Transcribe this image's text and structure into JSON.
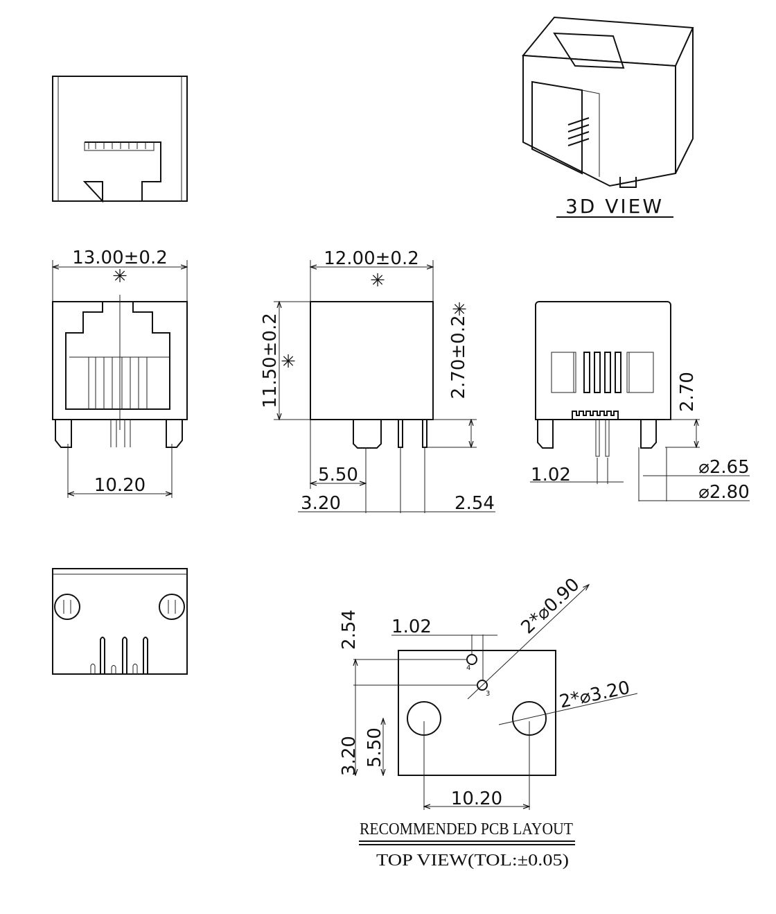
{
  "views": {
    "three_d": {
      "label": "3D VIEW"
    },
    "front": {
      "width_dim": "13.00±0.2",
      "pin_span": "10.20",
      "critical_mark": "✳"
    },
    "side": {
      "width_dim": "12.00±0.2",
      "height_dim": "11.50±0.2",
      "pin_length": "2.70±0.2",
      "post_offset": "5.50",
      "post_to_pin": "3.20",
      "pin_pitch": "2.54",
      "critical_mark": "✳"
    },
    "rear": {
      "pin_length": "2.70",
      "pin_pitch": "1.02",
      "post_dia_small": "⌀2.65",
      "post_dia_large": "⌀2.80"
    }
  },
  "pcb_layout": {
    "pitch_vertical": "2.54",
    "pitch_horizontal": "1.02",
    "pin_hole_dia": "2*⌀0.90",
    "post_hole_dia": "2*⌀3.20",
    "offset_a": "3.20",
    "offset_b": "5.50",
    "post_span": "10.20",
    "pin_numbers": [
      "4",
      "3"
    ],
    "title": "RECOMMENDED PCB LAYOUT",
    "subtitle": "TOP VIEW(TOL:±0.05)"
  }
}
